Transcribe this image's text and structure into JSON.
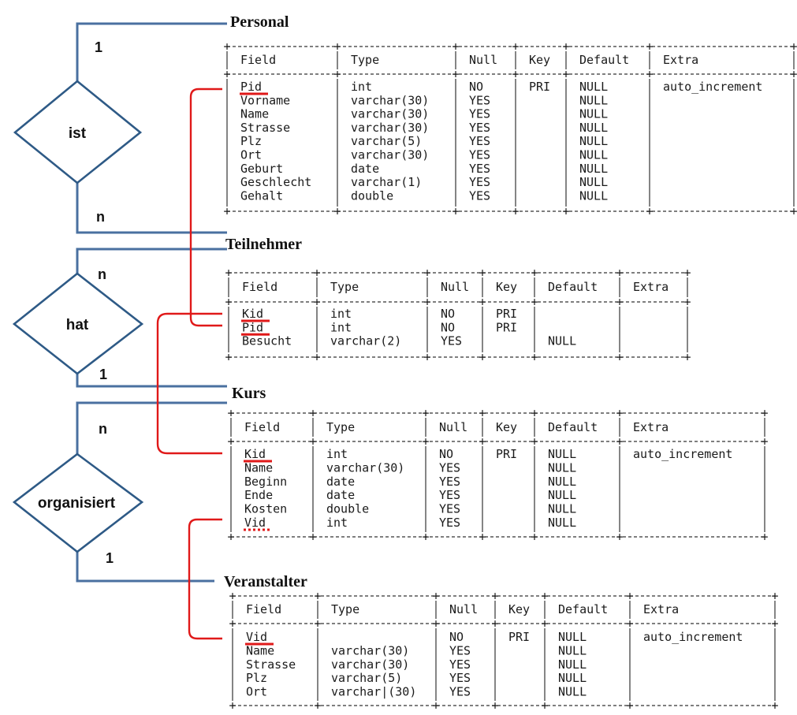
{
  "tables": [
    {
      "title": "Personal",
      "headers": [
        "Field",
        "Type",
        "Null",
        "Key",
        "Default",
        "Extra"
      ],
      "rows": [
        [
          "Pid",
          "int",
          "NO",
          "PRI",
          "NULL",
          "auto_increment"
        ],
        [
          "Vorname",
          "varchar(30)",
          "YES",
          "",
          "NULL",
          ""
        ],
        [
          "Name",
          "varchar(30)",
          "YES",
          "",
          "NULL",
          ""
        ],
        [
          "Strasse",
          "varchar(30)",
          "YES",
          "",
          "NULL",
          ""
        ],
        [
          "Plz",
          "varchar(5)",
          "YES",
          "",
          "NULL",
          ""
        ],
        [
          "Ort",
          "varchar(30)",
          "YES",
          "",
          "NULL",
          ""
        ],
        [
          "Geburt",
          "date",
          "YES",
          "",
          "NULL",
          ""
        ],
        [
          "Geschlecht",
          "varchar(1)",
          "YES",
          "",
          "NULL",
          ""
        ],
        [
          "Gehalt",
          "double",
          "YES",
          "",
          "NULL",
          ""
        ]
      ]
    },
    {
      "title": "Teilnehmer",
      "headers": [
        "Field",
        "Type",
        "Null",
        "Key",
        "Default",
        "Extra"
      ],
      "rows": [
        [
          "Kid",
          "int",
          "NO",
          "PRI",
          "",
          ""
        ],
        [
          "Pid",
          "int",
          "NO",
          "PRI",
          "",
          ""
        ],
        [
          "Besucht",
          "varchar(2)",
          "YES",
          "",
          "NULL",
          ""
        ]
      ]
    },
    {
      "title": "Kurs",
      "headers": [
        "Field",
        "Type",
        "Null",
        "Key",
        "Default",
        "Extra"
      ],
      "rows": [
        [
          "Kid",
          "int",
          "NO",
          "PRI",
          "NULL",
          "auto_increment"
        ],
        [
          "Name",
          "varchar(30)",
          "YES",
          "",
          "NULL",
          ""
        ],
        [
          "Beginn",
          "date",
          "YES",
          "",
          "NULL",
          ""
        ],
        [
          "Ende",
          "date",
          "YES",
          "",
          "NULL",
          ""
        ],
        [
          "Kosten",
          "double",
          "YES",
          "",
          "NULL",
          ""
        ],
        [
          "Vid",
          "int",
          "YES",
          "",
          "NULL",
          ""
        ]
      ]
    },
    {
      "title": "Veranstalter",
      "headers": [
        "Field",
        "Type",
        "Null",
        "Key",
        "Default",
        "Extra"
      ],
      "rows": [
        [
          "Vid",
          "",
          "NO",
          "PRI",
          "NULL",
          "auto_increment"
        ],
        [
          "Name",
          "varchar(30)",
          "YES",
          "",
          "NULL",
          ""
        ],
        [
          "Strasse",
          "varchar(30)",
          "YES",
          "",
          "NULL",
          ""
        ],
        [
          "Plz",
          "varchar(5)",
          "YES",
          "",
          "NULL",
          ""
        ],
        [
          "Ort",
          "varchar|(30)",
          "YES",
          "",
          "NULL",
          ""
        ]
      ]
    }
  ],
  "relationships": [
    {
      "name": "ist",
      "card_top": "1",
      "card_bottom": "n"
    },
    {
      "name": "hat",
      "card_top": "n",
      "card_bottom": "1"
    },
    {
      "name": "organisiert",
      "card_top": "n",
      "card_bottom": "1"
    }
  ],
  "colors": {
    "connector": "#4a70a0",
    "diamond": "#2e5a86",
    "key_link": "#e01919"
  }
}
